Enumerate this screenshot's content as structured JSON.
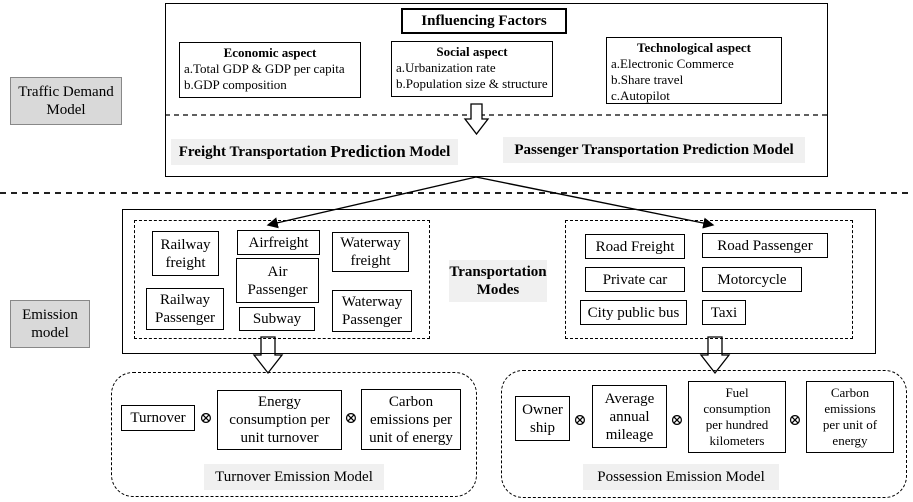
{
  "side_labels": {
    "traffic_demand": [
      "Traffic Demand",
      "Model"
    ],
    "emission": [
      "Emission",
      "model"
    ]
  },
  "influencing": {
    "title": "Influencing Factors",
    "economic": {
      "title": "Economic aspect",
      "items": [
        "a.Total GDP & GDP per capita",
        "b.GDP composition"
      ]
    },
    "social": {
      "title": "Social aspect",
      "items": [
        "a.Urbanization rate",
        "b.Population size & structure"
      ]
    },
    "technological": {
      "title": "Technological aspect",
      "items": [
        "a.Electronic Commerce",
        "b.Share travel",
        "c.Autopilot"
      ]
    }
  },
  "prediction": {
    "freight_prefix": "Freight Transportation ",
    "freight_emph": "Prediction",
    "freight_suffix": " Model",
    "passenger": "Passenger Transportation Prediction Model"
  },
  "modes": {
    "center": [
      "Transportation",
      "Modes"
    ],
    "freight": {
      "railway_freight": [
        "Railway",
        "freight"
      ],
      "airfreight": [
        "Airfreight"
      ],
      "waterway_freight": [
        "Waterway",
        "freight"
      ],
      "air_passenger": [
        "Air",
        "Passenger"
      ],
      "railway_passenger": [
        "Railway",
        "Passenger"
      ],
      "subway": [
        "Subway"
      ],
      "waterway_passenger": [
        "Waterway",
        "Passenger"
      ]
    },
    "passenger": {
      "road_freight": "Road Freight",
      "road_passenger": "Road Passenger",
      "private_car": "Private car",
      "motorcycle": "Motorcycle",
      "city_public_bus": "City public bus",
      "taxi": "Taxi"
    }
  },
  "turnover_model": {
    "title": "Turnover Emission Model",
    "turnover": [
      "Turnover"
    ],
    "energy": [
      "Energy",
      "consumption per",
      "unit turnover"
    ],
    "carbon": [
      "Carbon",
      "emissions per",
      "unit of energy"
    ]
  },
  "possession_model": {
    "title": "Possession Emission Model",
    "ownership": [
      "Owner",
      "ship"
    ],
    "mileage": [
      "Average",
      "annual",
      "mileage"
    ],
    "fuel": [
      "Fuel",
      "consumption",
      "per hundred",
      "kilometers"
    ],
    "carbon": [
      "Carbon",
      "emissions",
      "per unit of",
      "energy"
    ]
  },
  "multiply_symbol": "⊗"
}
